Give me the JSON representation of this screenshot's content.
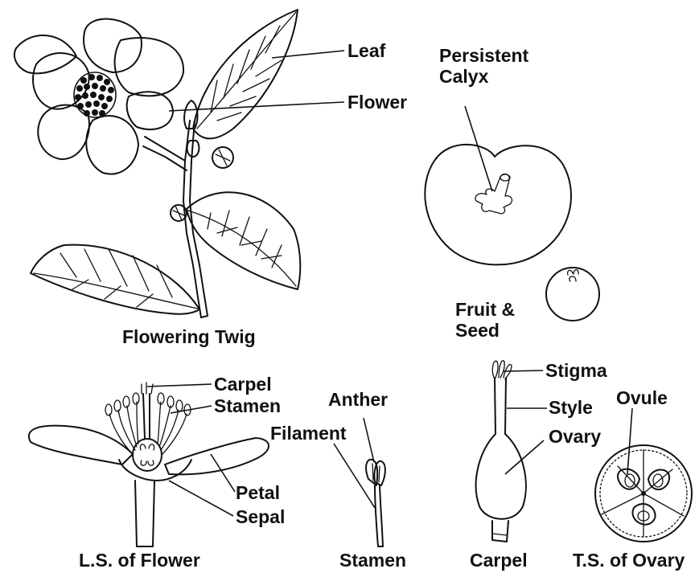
{
  "labels": {
    "leaf": "Leaf",
    "flower": "Flower",
    "persistent_calyx": "Persistent\nCalyx",
    "flowering_twig": "Flowering Twig",
    "fruit_seed": "Fruit &\nSeed",
    "carpel_top": "Carpel",
    "stamen_top": "Stamen",
    "anther": "Anther",
    "filament": "Filament",
    "stigma": "Stigma",
    "style": "Style",
    "ovary": "Ovary",
    "ovule": "Ovule",
    "petal": "Petal",
    "sepal": "Sepal",
    "ls_of_flower": "L.S. of Flower",
    "stamen_caption": "Stamen",
    "carpel_caption": "Carpel",
    "ts_of_ovary": "T.S. of Ovary"
  }
}
